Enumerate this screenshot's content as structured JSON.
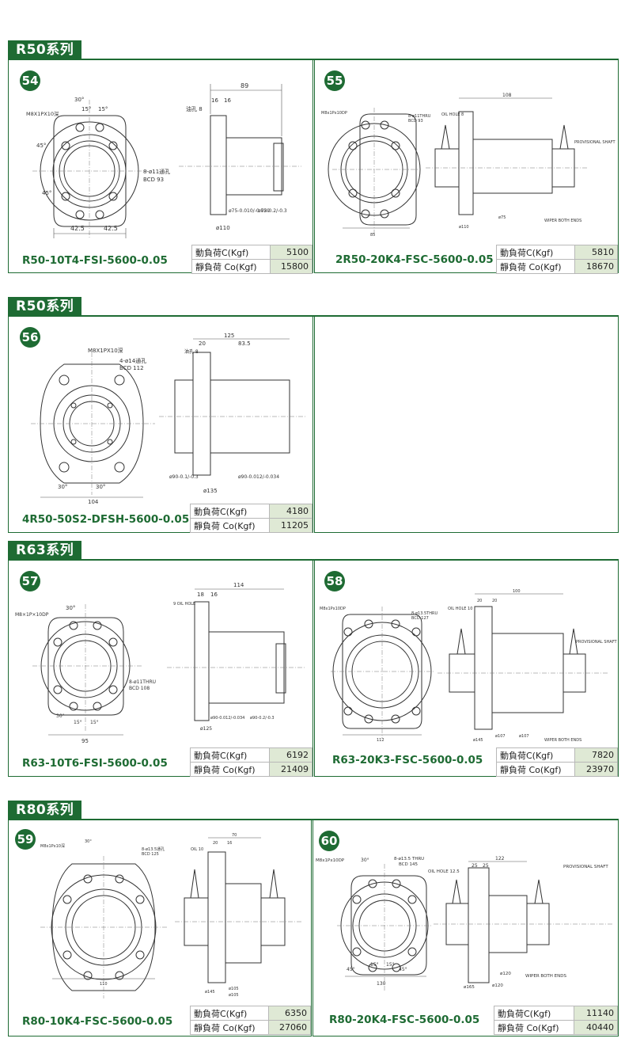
{
  "sections": [
    {
      "title": "R50系列"
    },
    {
      "title": "R50系列"
    },
    {
      "title": "R63系列"
    },
    {
      "title": "R80系列"
    }
  ],
  "labels": {
    "dynamic": "動負荷C(Kgf)",
    "static": "靜負荷 Co(Kgf)"
  },
  "items": [
    {
      "num": "54",
      "model": "R50-10T4-FSI-5600-0.05",
      "dynamic": "5100",
      "static": "15800",
      "dims": {
        "top_len": "89",
        "w1": "16",
        "w2": "16",
        "oil": "油孔 8",
        "thread": "M8X1PX10深",
        "holes": "8-ø11通孔",
        "bcd": "BCD 93",
        "ang1": "30°",
        "ang2": "15°",
        "ang3": "15°",
        "ang4": "45°",
        "ang5": "45°",
        "half1": "42.5",
        "half2": "42.5",
        "dia1": "ø75-0.010/-0.029",
        "dia2": "ø75-0.2/-0.3",
        "flange": "ø110"
      }
    },
    {
      "num": "55",
      "model": "2R50-20K4-FSC-5600-0.05",
      "dynamic": "5810",
      "static": "18670",
      "dims": {
        "top_len": "108",
        "thread": "M8x1Px10DP",
        "holes": "8-ø11THRU",
        "bcd": "BCD 93",
        "oil": "OIL HOLE 8",
        "prov": "PROVISIONAL SHAFT",
        "wiper": "WIPER BOTH ENDS",
        "flange": "ø110",
        "dia": "ø75",
        "bottom": "85"
      }
    },
    {
      "num": "56",
      "model": "4R50-50S2-DFSH-5600-0.05",
      "dynamic": "4180",
      "static": "11205",
      "dims": {
        "top_len": "125",
        "top_len2": "83.5",
        "w1": "20",
        "oil": "油孔 8",
        "thread": "M8X1PX10深",
        "holes": "4-ø14通孔",
        "bcd": "BCD 112",
        "ang1": "30°",
        "ang2": "30°",
        "width": "104",
        "dia1": "ø90-0.1/-0.3",
        "dia2": "ø90-0.012/-0.034",
        "flange": "ø135"
      }
    },
    {
      "num": "57",
      "model": "R63-10T6-FSI-5600-0.05",
      "dynamic": "6192",
      "static": "21409",
      "dims": {
        "top_len": "114",
        "w1": "18",
        "w2": "16",
        "oil": "9 OIL HOLE",
        "thread": "M8×1P×10DP",
        "holes": "8-ø11THRU",
        "bcd": "BCD 108",
        "ang1": "30°",
        "ang2": "30°",
        "ang3": "15°",
        "ang4": "15°",
        "width": "95",
        "dia1": "ø90-0.012/-0.034",
        "dia2": "ø90-0.2/-0.3",
        "flange": "ø125"
      }
    },
    {
      "num": "58",
      "model": "R63-20K3-FSC-5600-0.05",
      "dynamic": "7820",
      "static": "23970",
      "dims": {
        "top_len": "100",
        "w1": "20",
        "w2": "20",
        "oil": "OIL HOLE 10",
        "thread": "M8x1Px10DP",
        "holes": "8-ø13.5THRU",
        "bcd": "BCD 127",
        "prov": "PROVISIONAL SHAFT",
        "wiper": "WIPER BOTH ENDS",
        "bottom": "112",
        "flange": "ø145",
        "dia1": "ø107",
        "dia2": "ø107"
      }
    },
    {
      "num": "59",
      "model": "R80-10K4-FSC-5600-0.05",
      "dynamic": "6350",
      "static": "27060",
      "dims": {
        "top_len": "70",
        "w1": "20",
        "w2": "16",
        "oil": "OIL 10",
        "thread": "M8x1Px10深",
        "holes": "8-ø13.5通孔",
        "bcd": "BCD 125",
        "ang1": "30°",
        "width": "110",
        "flange": "ø145",
        "dia1": "ø105",
        "dia2": "ø105"
      }
    },
    {
      "num": "60",
      "model": "R80-20K4-FSC-5600-0.05",
      "dynamic": "11140",
      "static": "40440",
      "dims": {
        "top_len": "122",
        "w1": "25",
        "w2": "25",
        "oil": "OIL HOLE 12.5",
        "thread": "M8x1Px10DP",
        "holes": "8-ø13.5 THRU",
        "bcd": "BCD 145",
        "prov": "PROVISIONAL SHAFT",
        "wiper": "WIPER BOTH ENDS",
        "ang1": "30°",
        "ang2": "45°",
        "ang3": "15°",
        "ang4": "15°",
        "ang5": "45°",
        "width": "130",
        "flange": "ø165",
        "dia1": "ø120",
        "dia2": "ø120"
      }
    }
  ],
  "colors": {
    "brand": "#1e6b33",
    "value_bg": "#dfe9d5"
  }
}
